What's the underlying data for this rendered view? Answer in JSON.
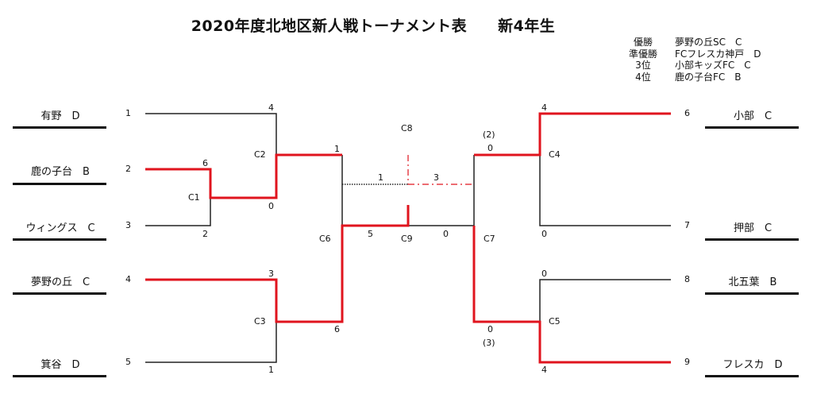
{
  "title": "2020年度北地区新人戦トーナメント表　　新4年生",
  "results": [
    {
      "rank": "優勝",
      "team": "夢野の丘SC　C"
    },
    {
      "rank": "準優勝",
      "team": "FCフレスカ神戸　D"
    },
    {
      "rank": "3位",
      "team": "小部キッズFC　C"
    },
    {
      "rank": "4位",
      "team": "鹿の子台FC　B"
    }
  ],
  "teams": [
    {
      "seed": "1",
      "name": "有野　D"
    },
    {
      "seed": "2",
      "name": "鹿の子台　B"
    },
    {
      "seed": "3",
      "name": "ウィングス　C"
    },
    {
      "seed": "4",
      "name": "夢野の丘　C"
    },
    {
      "seed": "5",
      "name": "箕谷　D"
    },
    {
      "seed": "6",
      "name": "小部　C"
    },
    {
      "seed": "7",
      "name": "押部　C"
    },
    {
      "seed": "8",
      "name": "北五葉　B"
    },
    {
      "seed": "9",
      "name": "フレスカ　D"
    }
  ],
  "matches": {
    "C1": {
      "label": "C1",
      "top_score": "6",
      "bottom_score": "2"
    },
    "C2": {
      "label": "C2",
      "top_score": "4",
      "bottom_score": "0"
    },
    "C3": {
      "label": "C3",
      "top_score": "3",
      "bottom_score": "1"
    },
    "C4": {
      "label": "C4",
      "top_score": "4",
      "bottom_score": "0"
    },
    "C5": {
      "label": "C5",
      "top_score": "0",
      "bottom_score": "4"
    },
    "C6": {
      "label": "C6",
      "top_score": "1",
      "bottom_score": "6"
    },
    "C7": {
      "label": "C7",
      "top_score": "0",
      "top_pk": "(2)",
      "bottom_score": "0",
      "bottom_pk": "(3)"
    },
    "C8": {
      "label": "C8",
      "left_score": "1",
      "right_score": "3"
    },
    "C9": {
      "label": "C9",
      "left_score": "5",
      "right_score": "0"
    }
  },
  "colors": {
    "winner": "#e0141e",
    "line": "#222222"
  }
}
